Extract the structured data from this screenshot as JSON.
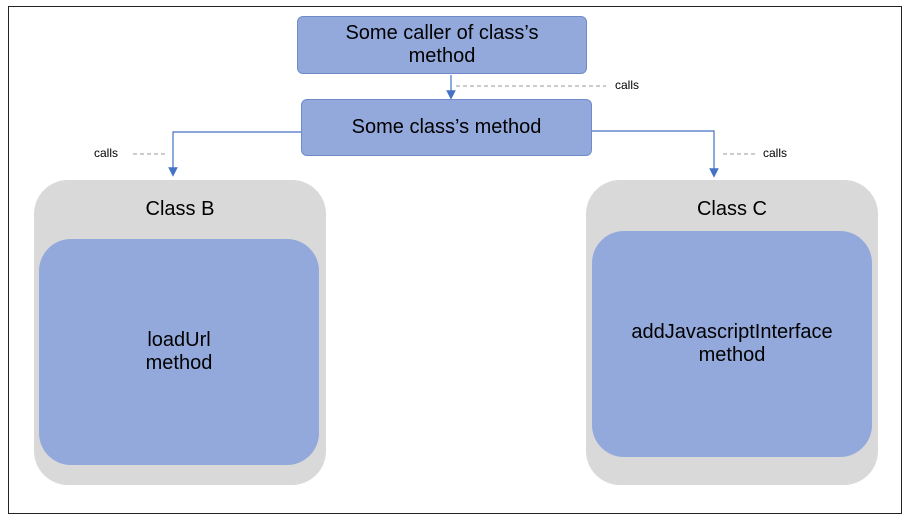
{
  "top_box": {
    "line1": "Some caller of class’s",
    "line2": "method"
  },
  "middle_box": {
    "label": "Some class’s method"
  },
  "class_b": {
    "title": "Class B",
    "method_line1": "loadUrl",
    "method_line2": "method"
  },
  "class_c": {
    "title": "Class C",
    "method_line1": "addJavascriptInterface",
    "method_line2": "method"
  },
  "edges": {
    "top_to_middle": "calls",
    "middle_to_b": "calls",
    "middle_to_c": "calls"
  },
  "colors": {
    "box_fill": "#93a9dc",
    "box_border": "#6f8cc9",
    "container_fill": "#d9d9d9",
    "arrow": "#4472c4",
    "dash": "#999999"
  }
}
